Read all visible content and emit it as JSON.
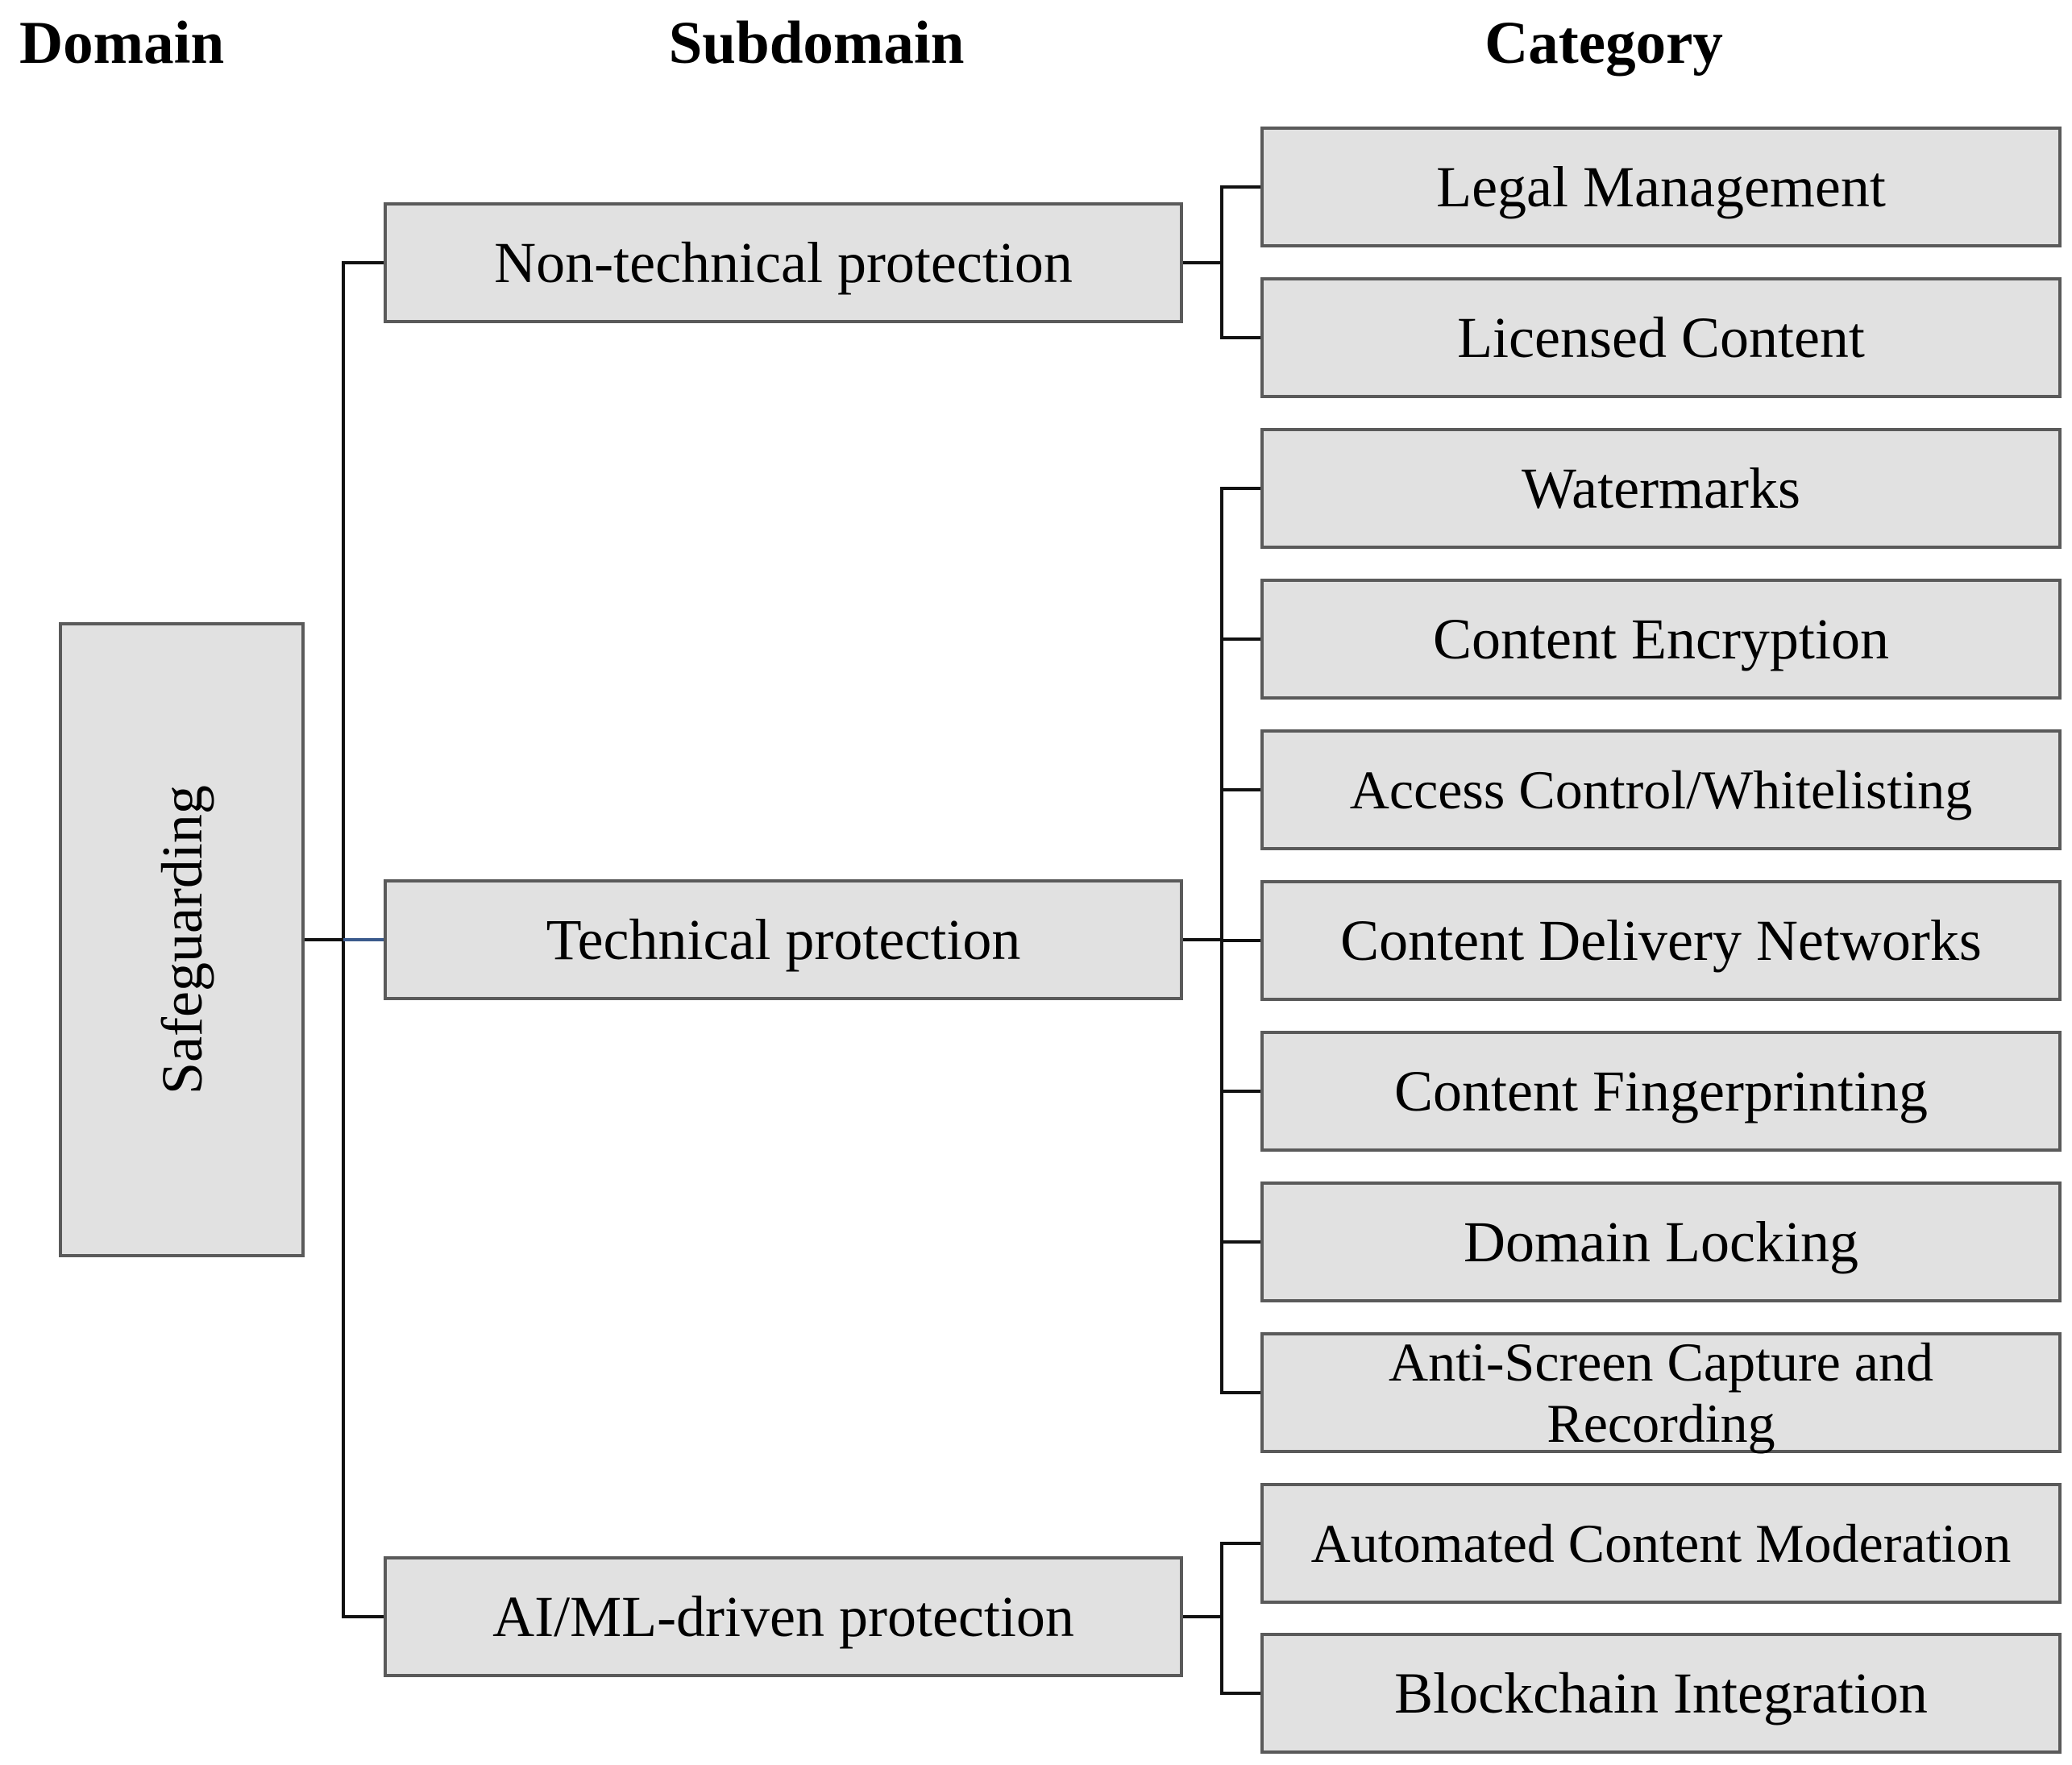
{
  "headers": {
    "domain": "Domain",
    "subdomain": "Subdomain",
    "category": "Category"
  },
  "domain": {
    "label": "Safeguarding"
  },
  "subdomains": [
    {
      "label": "Non-technical protection",
      "categories": [
        "Legal Management",
        "Licensed Content"
      ]
    },
    {
      "label": "Technical protection",
      "categories": [
        "Watermarks",
        "Content Encryption",
        "Access Control/Whitelisting",
        "Content Delivery Networks",
        "Content Fingerprinting",
        "Domain Locking",
        "Anti-Screen Capture and\nRecording"
      ]
    },
    {
      "label": "AI/ML-driven protection",
      "categories": [
        "Automated Content Moderation",
        "Blockchain Integration"
      ]
    }
  ],
  "colors": {
    "box_fill": "#e1e1e1",
    "box_border": "#5a5a5a",
    "connector": "#111111",
    "accent_connector": "#3a5a8c"
  }
}
